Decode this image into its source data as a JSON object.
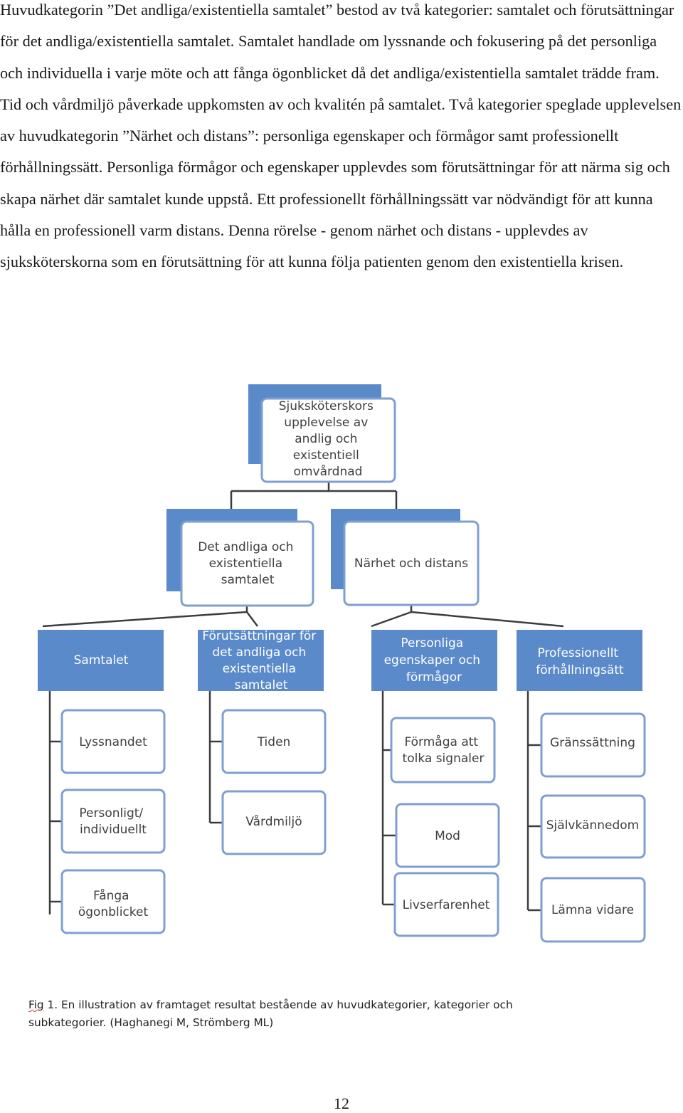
{
  "body_text": "Huvudkategorin ”Det andliga/existentiella samtalet” bestod av två kategorier: samtalet och förutsättningar för det andliga/existentiella samtalet. Samtalet handlade om lyssnande och fokusering på det personliga och individuella i varje möte och att fånga ögonblicket då det andliga/existentiella samtalet trädde fram. Tid och vårdmiljö påverkade uppkomsten av och kvalitén på samtalet. Två kategorier speglade upplevelsen av huvudkategorin ”Närhet och distans”: personliga egenskaper och förmågor samt professionellt förhållningssätt. Personliga förmågor och egenskaper upplevdes som förutsättningar för att närma sig och skapa närhet där samtalet kunde uppstå. Ett professionellt förhållningssätt var nödvändigt för att kunna hålla en professionell varm distans. Denna rörelse - genom närhet och distans - upplevdes av sjuksköterskorna som en förutsättning för att kunna följa patienten genom den existentiella krisen.",
  "diagram": {
    "colors": {
      "blue": "#5B8ACB",
      "border": "#7E9FCF",
      "line": "#3c3c3c"
    },
    "root": {
      "lines": [
        "Sjuksköterskors",
        "upplevelse av",
        "andlig och",
        "existentiell",
        "omvårdnad"
      ]
    },
    "main_categories": [
      {
        "lines": [
          "Det andliga och",
          "existentiella",
          "samtalet"
        ]
      },
      {
        "lines": [
          "Närhet och distans"
        ]
      }
    ],
    "categories": [
      {
        "lines": [
          "Samtalet"
        ],
        "subcategories": [
          {
            "lines": [
              "Lyssnandet"
            ]
          },
          {
            "lines": [
              "Personligt/",
              "individuellt"
            ]
          },
          {
            "lines": [
              "Fånga",
              "ögonblicket"
            ]
          }
        ]
      },
      {
        "lines": [
          "Förutsättningar för",
          "det andliga och",
          "existentiella",
          "samtalet"
        ],
        "subcategories": [
          {
            "lines": [
              "Tiden"
            ]
          },
          {
            "lines": [
              "Vårdmiljö"
            ]
          }
        ]
      },
      {
        "lines": [
          "Personliga",
          "egenskaper och",
          "förmågor"
        ],
        "subcategories": [
          {
            "lines": [
              "Förmåga att",
              "tolka signaler"
            ]
          },
          {
            "lines": [
              "Mod"
            ]
          },
          {
            "lines": [
              "Livserfarenhet"
            ]
          }
        ]
      },
      {
        "lines": [
          "Professionellt",
          "förhållningsätt"
        ],
        "subcategories": [
          {
            "lines": [
              "Gränssättning"
            ]
          },
          {
            "lines": [
              "Självkännedom"
            ]
          },
          {
            "lines": [
              "Lämna vidare"
            ]
          }
        ]
      }
    ]
  },
  "caption": {
    "label": "Fig",
    "text": " 1. En illustration av framtaget resultat bestående av huvudkategorier, kategorier och subkategorier. (Haghanegi M, Strömberg ML)"
  },
  "page_number": "12"
}
